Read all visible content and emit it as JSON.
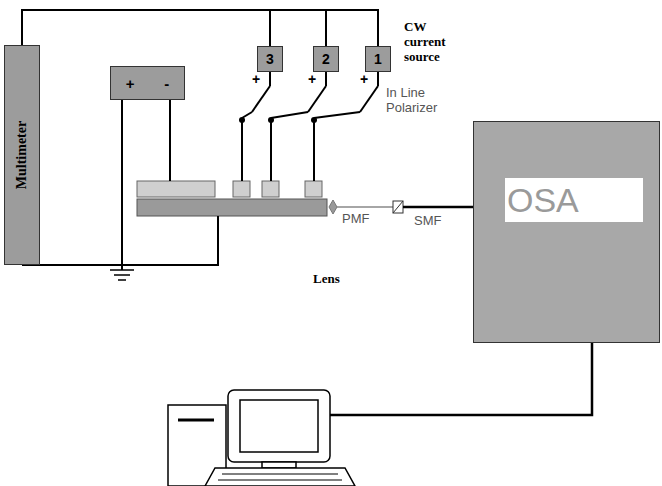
{
  "diagram": {
    "nodes": [
      {
        "text": [
          "Multimeter"
        ]
      },
      {
        "text": [
          "+",
          "-"
        ]
      },
      {
        "text": [
          "3"
        ]
      },
      {
        "text": [
          "2"
        ]
      },
      {
        "text": [
          "1"
        ]
      },
      {
        "text": [
          "OSA"
        ]
      }
    ],
    "edges": [
      {
        "from": 0,
        "to": 2,
        "arrow": "none"
      },
      {
        "from": 0,
        "to": 3,
        "arrow": "none"
      },
      {
        "from": 0,
        "to": 4,
        "arrow": "none"
      }
    ],
    "labels": [
      "CW current source",
      "+",
      "+",
      "+",
      "In Line Polarizer",
      "PMF",
      "SMF",
      "Lens"
    ]
  }
}
